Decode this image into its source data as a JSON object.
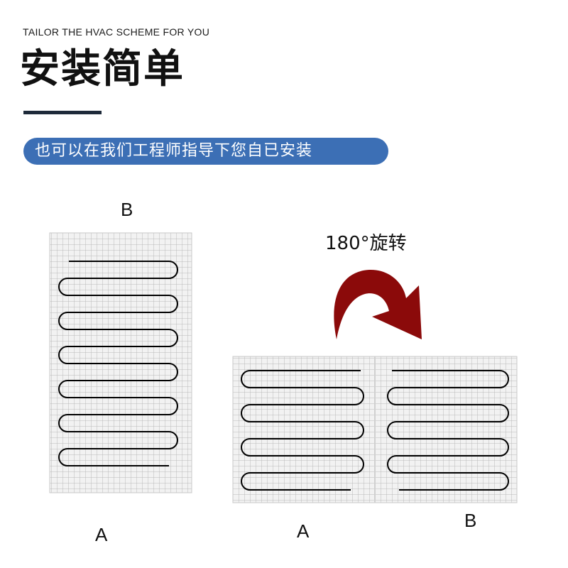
{
  "header": {
    "tagline": "TAILOR THE HVAC SCHEME FOR YOU",
    "title": "安装简单",
    "banner": "也可以在我们工程师指导下您自已安装"
  },
  "diagram": {
    "left_mat": {
      "top_label": "B",
      "bottom_label": "A"
    },
    "right_mats": {
      "left_label": "A",
      "right_label": "B"
    },
    "rotation_label": "180°旋转",
    "colors": {
      "accent_blue": "#3c6fb5",
      "arrow_red": "#8b0a0a",
      "mesh_bg": "#f2f2f2",
      "mesh_line": "#b9b9b9",
      "cable": "#000000"
    },
    "icons": [
      "rotation-arrow-icon"
    ]
  }
}
